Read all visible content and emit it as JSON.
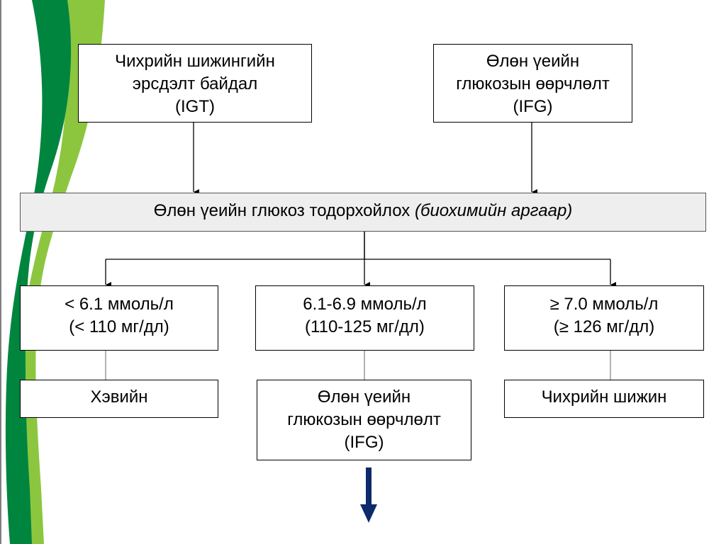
{
  "colors": {
    "dark_green": "#00853f",
    "light_green": "#8cc63f",
    "banner_fill": "#eeeeee",
    "arrow_navy": "#0d2a6b"
  },
  "top_boxes": {
    "igt": {
      "line1": "Чихрийн шижингийн",
      "line2": "эрсдэлт байдал",
      "line3": "(IGT)"
    },
    "ifg": {
      "line1": "Өлөн үеийн",
      "line2": "глюкозын өөрчлөлт",
      "line3": "(IFG)"
    }
  },
  "banner": {
    "text": "Өлөн үеийн глюкоз тодорхойлох ",
    "italic": "(биохимийн аргаар)"
  },
  "ranges": [
    {
      "mmol": "< 6.1 ммоль/л",
      "mg": "(< 110 мг/дл)"
    },
    {
      "mmol": "6.1-6.9 ммоль/л",
      "mg": "(110-125 мг/дл)"
    },
    {
      "mmol": "≥ 7.0 ммоль/л",
      "mg": "(≥ 126 мг/дл)"
    }
  ],
  "outcomes": {
    "normal": "Хэвийн",
    "ifg": {
      "line1": "Өлөн үеийн",
      "line2": "глюкозын өөрчлөлт",
      "line3": "(IFG)"
    },
    "diabetes": "Чихрийн шижин"
  }
}
